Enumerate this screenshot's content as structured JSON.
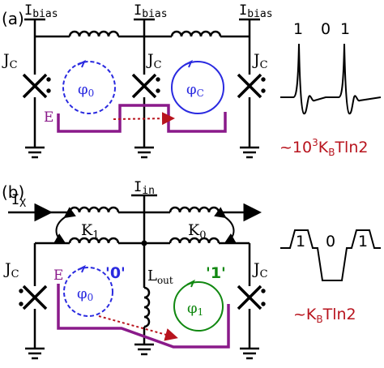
{
  "colors": {
    "wire": "#000000",
    "flux_blue": "#2a2ae0",
    "flux_green": "#118811",
    "energy_red": "#b8141e",
    "electrode_purple": "#8a1a8a"
  },
  "panel_a": {
    "label": "(a)",
    "bias_label": "I",
    "bias_sub": "bias",
    "junction_label": "J",
    "junction_sub": "C",
    "flux_left_label": "φ",
    "flux_left_sub": "0",
    "flux_right_label": "φ",
    "flux_right_sub": "C",
    "electrode_label": "E",
    "pulse_labels": [
      "1",
      "0",
      "1"
    ],
    "energy_pre": "~10",
    "energy_exp": "3",
    "energy_k": "K",
    "energy_ksub": "B",
    "energy_post": "Tln2"
  },
  "panel_b": {
    "label": "(b)",
    "input_label": "I",
    "input_sub": "in",
    "ix_label": "I",
    "ix_sub": "X",
    "k1_label": "K",
    "k1_sub": "1",
    "k0_label": "K",
    "k0_sub": "0",
    "lout_label": "L",
    "lout_sub": "out",
    "state0_label": "'0'",
    "state1_label": "'1'",
    "junction_label": "J",
    "junction_sub": "C",
    "flux_left_label": "φ",
    "flux_left_sub": "0",
    "flux_right_label": "φ",
    "flux_right_sub": "1",
    "electrode_label": "E",
    "pulse_labels": [
      "1",
      "0",
      "1"
    ],
    "energy_pre": "~K",
    "energy_ksub": "B",
    "energy_post": "Tln2"
  }
}
